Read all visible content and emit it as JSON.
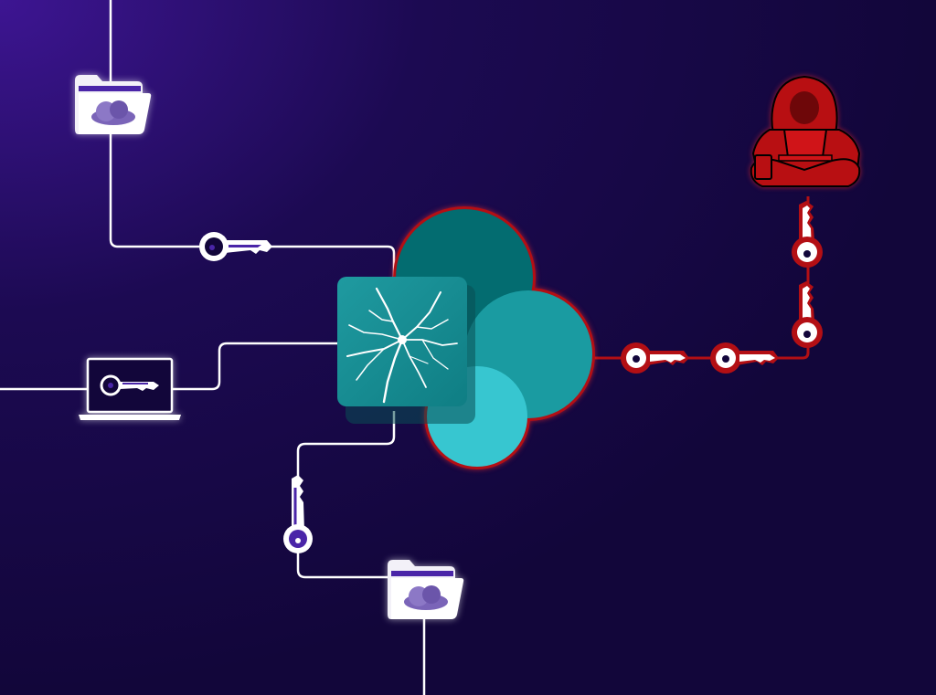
{
  "diagram": {
    "description_visible_text": "",
    "colors": {
      "background_top_left": "#3b1590",
      "background_main": "#12063a",
      "connector_line": "#ffffff",
      "attack_path": "#b30f14",
      "attacker": "#b80f12",
      "key_accent": "#4a25a8",
      "sharepoint_dark": "#036c70",
      "sharepoint_mid": "#1a9ba1",
      "sharepoint_light": "#37c6d0",
      "folder_body": "#f3f1f8",
      "onedrive_cloud": "#7a64b8"
    },
    "nodes": [
      {
        "name": "onedrive-folder-top",
        "icon": "folder-cloud-icon"
      },
      {
        "name": "onedrive-folder-bottom",
        "icon": "folder-cloud-icon"
      },
      {
        "name": "laptop",
        "icon": "laptop-key-icon"
      },
      {
        "name": "sharepoint-logo",
        "icon": "sharepoint-cracked-icon"
      },
      {
        "name": "attacker",
        "icon": "hooded-hacker-icon"
      }
    ],
    "keys": {
      "legit": [
        "key-top-horizontal",
        "key-bottom-vertical",
        "key-laptop"
      ],
      "stolen": [
        "stolen-key-1",
        "stolen-key-2",
        "stolen-key-3",
        "stolen-key-4"
      ]
    }
  }
}
